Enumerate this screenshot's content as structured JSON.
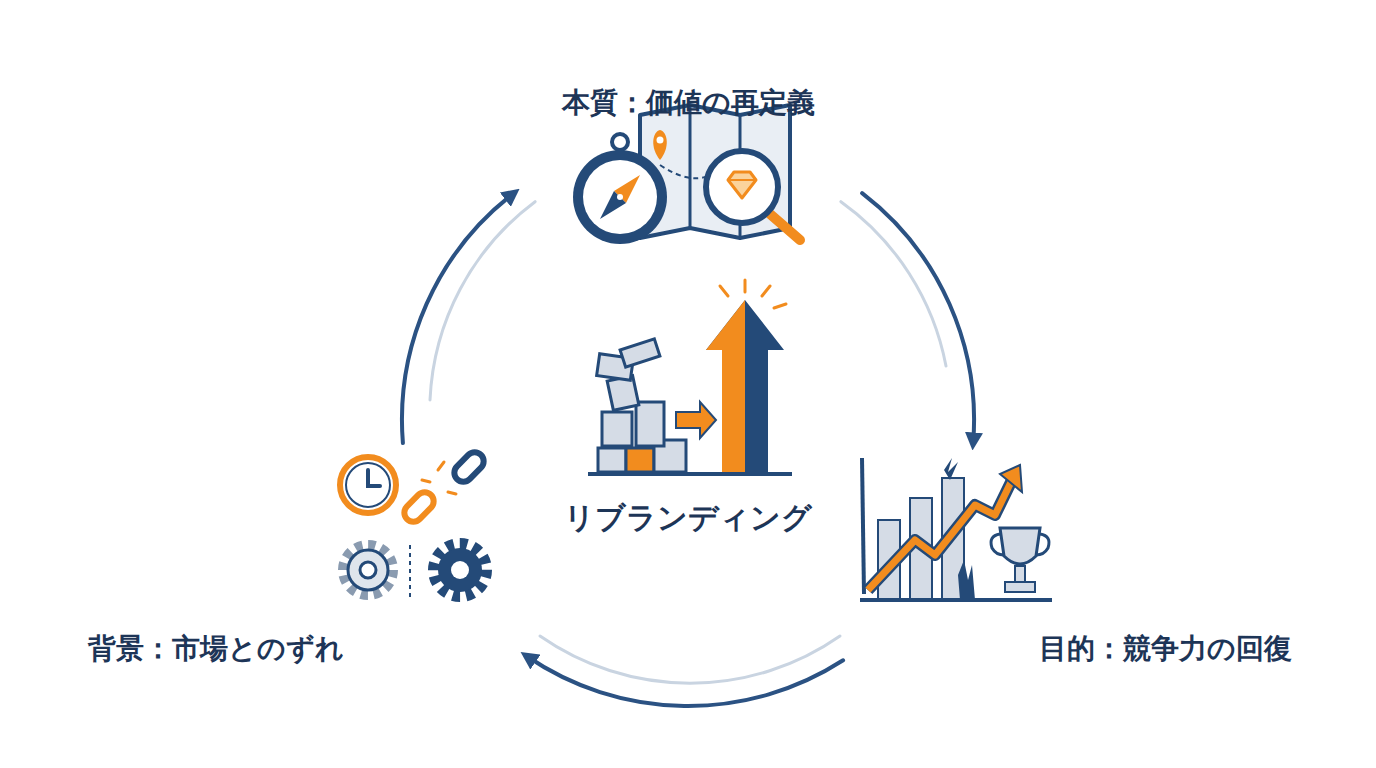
{
  "diagram": {
    "nodes": [
      {
        "text": [
          "本質：価値の再定義"
        ]
      },
      {
        "text": [
          "目的：競争力の回復"
        ]
      },
      {
        "text": [
          "背景：市場とのずれ"
        ]
      }
    ],
    "edges": [
      {
        "from": 0,
        "to": 1,
        "arrow": "to"
      },
      {
        "from": 1,
        "to": 2,
        "arrow": "to"
      },
      {
        "from": 2,
        "to": 0,
        "arrow": "to"
      }
    ],
    "labels": [
      "リブランディング"
    ]
  }
}
